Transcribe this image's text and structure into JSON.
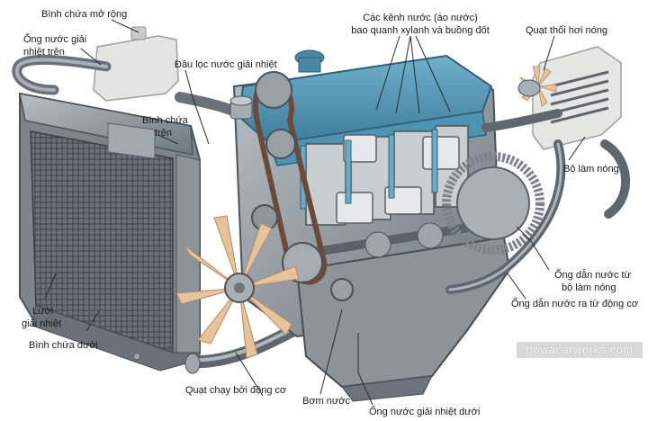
{
  "labels": {
    "expansion_tank": "Bình chứa mở rộng",
    "upper_hose_1": "Ống nước giải",
    "upper_hose_2": "nhiệt trên",
    "radiator_cap": "Đầu lọc nước giải nhiệt",
    "water_jackets_1": "Các kênh nước (áo nước)",
    "water_jackets_2": "bao quanh xylanh và buồng đốt",
    "heater_fan": "Quạt thổi hơi nóng",
    "upper_tank_1": "Bình chứa",
    "upper_tank_2": "trên",
    "heater_core": "Bộ làm nóng",
    "heater_inlet_1": "Ống dẫn nước từ",
    "heater_inlet_2": "bộ làm nóng",
    "heater_outlet": "Ống dẫn nước ra từ động cơ",
    "radiator_core_1": "Lưới",
    "radiator_core_2": "giải nhiệt",
    "lower_tank": "Bình chứa dưới",
    "engine_fan": "Quạt chạy bởi động cơ",
    "water_pump": "Bơm nước",
    "lower_hose": "Ống nước giải nhiệt dưới"
  },
  "watermark": "howacarworks.com",
  "colors": {
    "engine_blue": "#4f93b3",
    "metal_gray": "#8d969c",
    "radiator_dark": "#5d636a",
    "fan_blade": "#e7c39c",
    "leader_line": "#2b2b2b",
    "coolant_blue": "#6fa9c6"
  }
}
